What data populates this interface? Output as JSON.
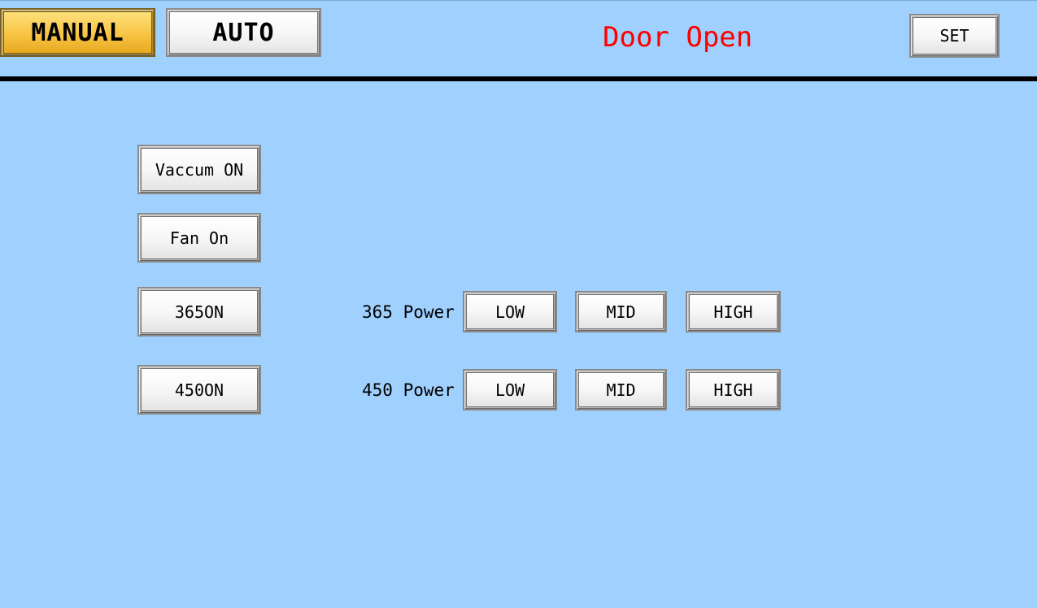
{
  "header": {
    "mode_tabs": [
      {
        "label": "MANUAL",
        "active": true
      },
      {
        "label": "AUTO",
        "active": false
      }
    ],
    "status_text": "Door Open",
    "set_label": "SET"
  },
  "controls": {
    "vacuum_label": "Vaccum ON",
    "fan_label": "Fan On",
    "uv365_label": "365ON",
    "uv450_label": "450ON"
  },
  "power": {
    "row365": {
      "label": "365 Power",
      "low": "LOW",
      "mid": "MID",
      "high": "HIGH"
    },
    "row450": {
      "label": "450 Power",
      "low": "LOW",
      "mid": "MID",
      "high": "HIGH"
    }
  },
  "colors": {
    "background": "#a0d0fd",
    "active_mode": "#f8c445",
    "status": "#ff0000"
  }
}
